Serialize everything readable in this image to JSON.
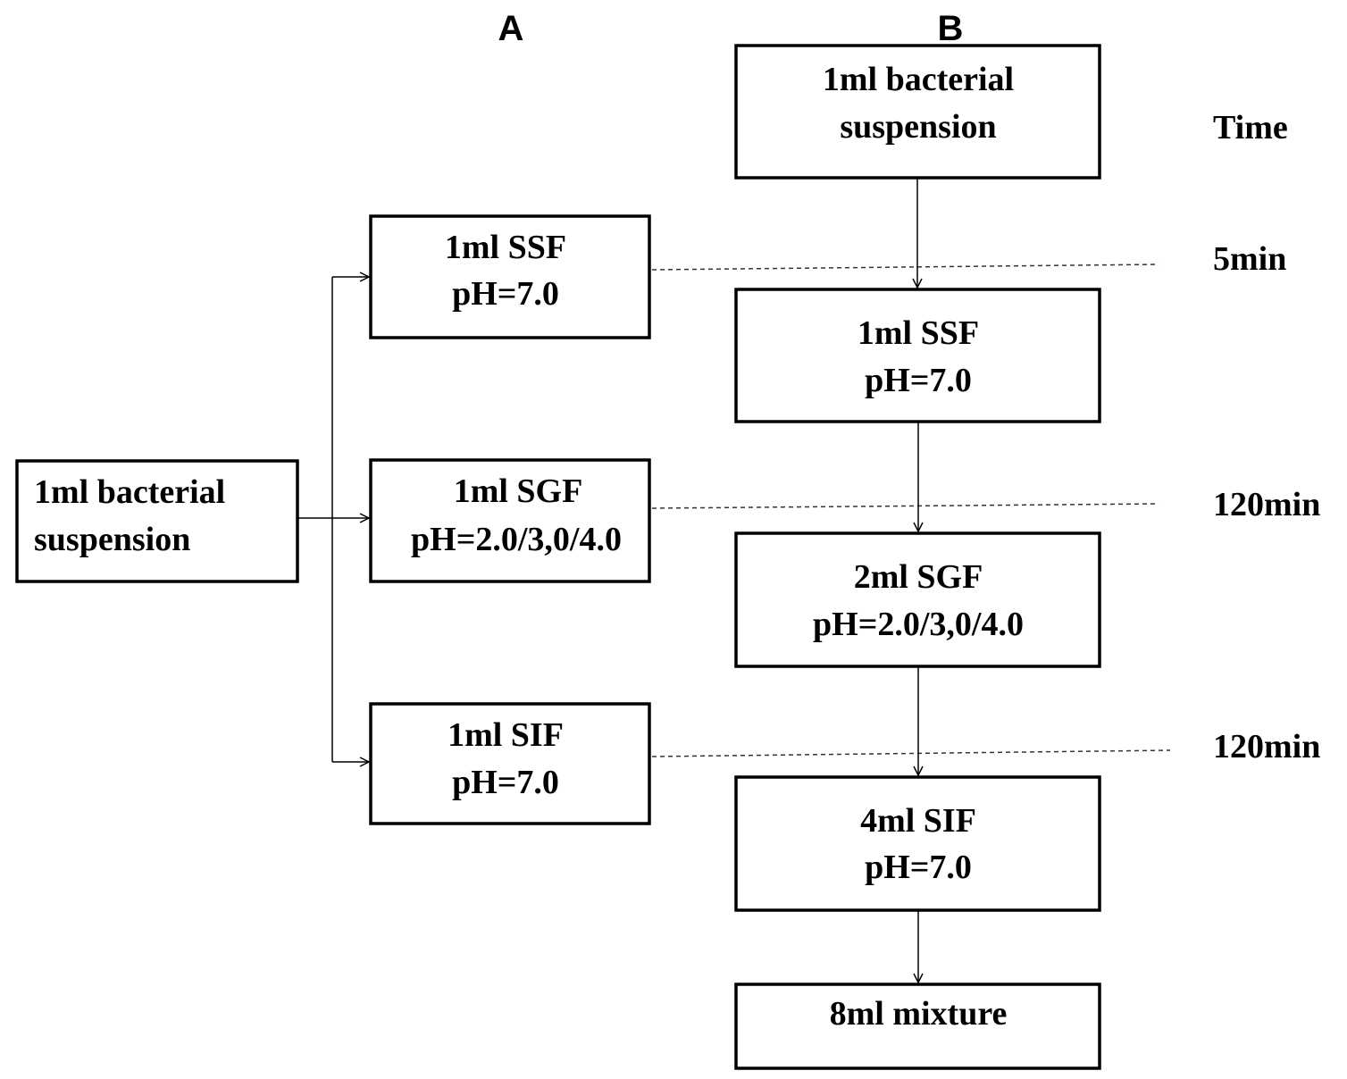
{
  "panels": {
    "a_label": "A",
    "b_label": "B"
  },
  "panel_a": {
    "source": {
      "line1": "1ml bacterial",
      "line2": "suspension"
    },
    "ssf": {
      "line1": "1ml SSF",
      "line2": "pH=7.0"
    },
    "sgf": {
      "line1": "1ml SGF",
      "line2": "pH=2.0/3,0/4.0"
    },
    "sif": {
      "line1": "1ml SIF",
      "line2": "pH=7.0"
    }
  },
  "panel_b": {
    "source": {
      "line1": "1ml bacterial",
      "line2": "suspension"
    },
    "ssf": {
      "line1": "1ml SSF",
      "line2": "pH=7.0"
    },
    "sgf": {
      "line1": "2ml SGF",
      "line2": "pH=2.0/3,0/4.0"
    },
    "sif": {
      "line1": "4ml SIF",
      "line2": "pH=7.0"
    },
    "mixture": {
      "line1": "8ml mixture"
    }
  },
  "time": {
    "header": "Time",
    "t1": "5min",
    "t2": "120min",
    "t3": "120min"
  }
}
